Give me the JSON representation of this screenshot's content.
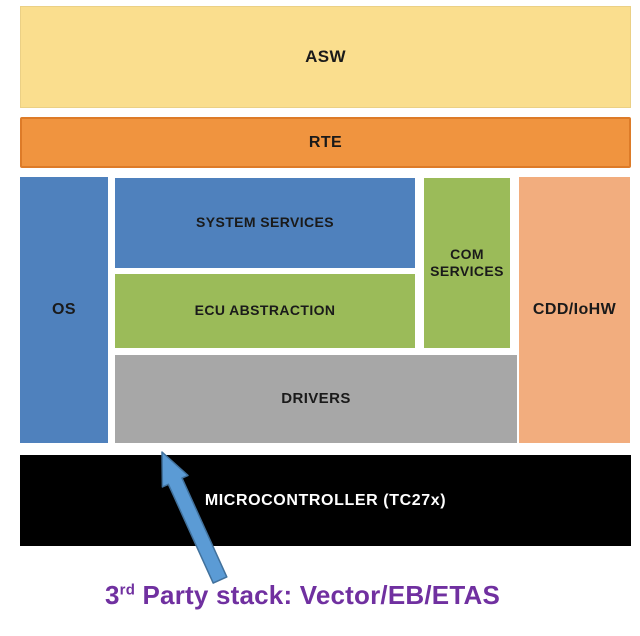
{
  "diagram": {
    "blocks": {
      "asw": {
        "label": "ASW"
      },
      "rte": {
        "label": "RTE"
      },
      "os": {
        "label": "OS"
      },
      "system_services": {
        "label": "SYSTEM SERVICES"
      },
      "ecu_abstraction": {
        "label": "ECU ABSTRACTION"
      },
      "com_services": {
        "label": "COM SERVICES"
      },
      "cdd_iohw": {
        "label": "CDD/IoHW"
      },
      "drivers": {
        "label": "DRIVERS"
      },
      "microcontroller": {
        "label": "MICROCONTROLLER (TC27x)"
      }
    },
    "caption": {
      "number": "3",
      "ordinal": "rd",
      "text": " Party stack: Vector/EB/ETAS"
    },
    "colors": {
      "asw_fill": "#FADE8E",
      "rte_fill": "#F0943F",
      "rte_border": "#DD7B28",
      "blue_fill": "#4F81BD",
      "green_fill": "#9BBB59",
      "peach_fill": "#F2AD7E",
      "gray_fill": "#A7A7A7",
      "hardware_fill": "#000000",
      "caption_text": "#7030A0",
      "arrow_fill": "#5B9BD5",
      "arrow_stroke": "#41719C"
    }
  }
}
